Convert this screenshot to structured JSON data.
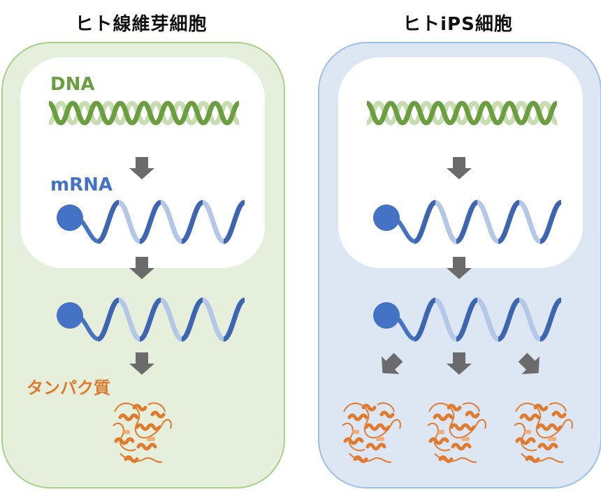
{
  "left_panel": {
    "title": "ヒト線維芽細胞",
    "dna_label": "DNA",
    "mrna_label": "mRNA",
    "protein_label": "タンパク質",
    "protein_count": 1
  },
  "right_panel": {
    "title": "ヒトiPS細胞",
    "protein_count": 3
  },
  "colors": {
    "dna": "#6a9e3f",
    "mrna": "#4472c4",
    "protein": "#e07a2e",
    "arrow": "#6b6b6b",
    "left_cell_fill": "#e5efdb",
    "right_cell_fill": "#dde7f4"
  }
}
